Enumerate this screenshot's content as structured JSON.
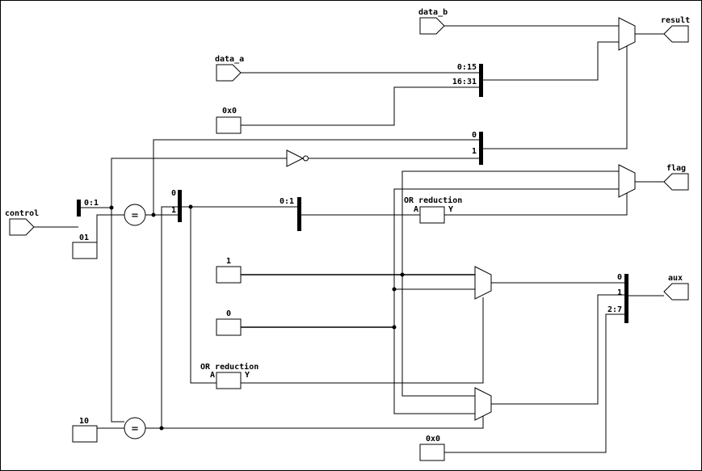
{
  "ports": {
    "data_b": "data_b",
    "data_a": "data_a",
    "control": "control",
    "result": "result",
    "flag": "flag",
    "aux": "aux"
  },
  "constants": {
    "c_0x0_top": "0x0",
    "c_01": "01",
    "c_1": "1",
    "c_0": "0",
    "c_10": "10",
    "c_0x0_bottom": "0x0"
  },
  "bus_labels": {
    "concat_result_0_15": "0:15",
    "concat_result_16_31": "16:31",
    "sel_0": "0",
    "sel_1": "1",
    "control_slice": "0:1",
    "cmp_concat_0": "0",
    "cmp_concat_1": "1",
    "slice_mid": "0:1",
    "aux_0": "0",
    "aux_1": "1",
    "aux_2_7": "2:7"
  },
  "cells": {
    "or_reduction_top": "OR reduction",
    "or_reduction_top_a": "A",
    "or_reduction_top_y": "Y",
    "or_reduction_bottom": "OR reduction",
    "or_reduction_bottom_a": "A",
    "or_reduction_bottom_y": "Y",
    "eq_symbol": "="
  }
}
